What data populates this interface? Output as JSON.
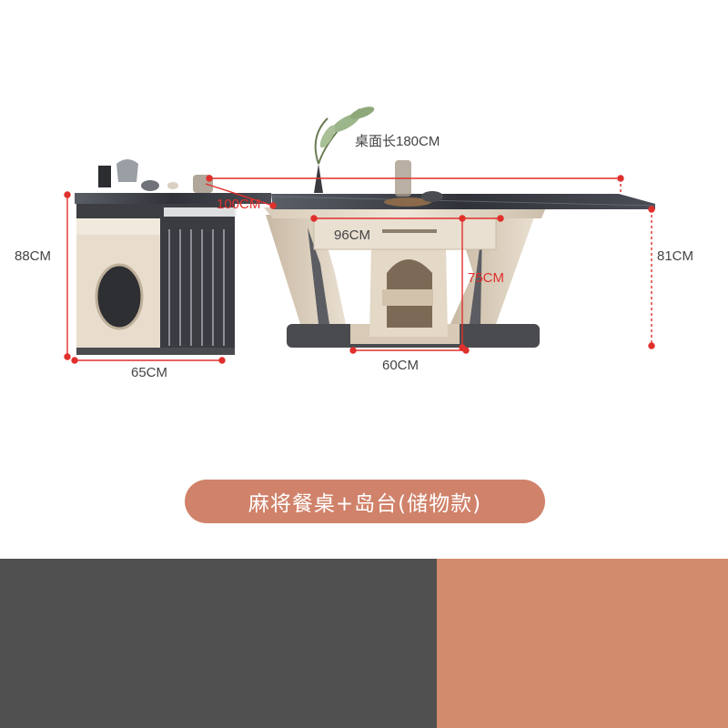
{
  "dimensions": {
    "tabletop_length": "桌面长180CM",
    "top_depth": "100CM",
    "drawer_width": "96CM",
    "cabinet_height": "88CM",
    "table_height": "81CM",
    "inner_height": "75CM",
    "cabinet_width": "65CM",
    "base_width": "60CM"
  },
  "product_label": "麻将餐桌+岛台(储物款)",
  "swatches": [
    {
      "name": "dark-grey",
      "color": "#505050"
    },
    {
      "name": "orange",
      "color": "#d28b6d"
    }
  ],
  "colors": {
    "dimension_red": "#e0302c",
    "pill": "#d0826a",
    "marble": "#3c3f46",
    "cream": "#e6d9c7"
  }
}
